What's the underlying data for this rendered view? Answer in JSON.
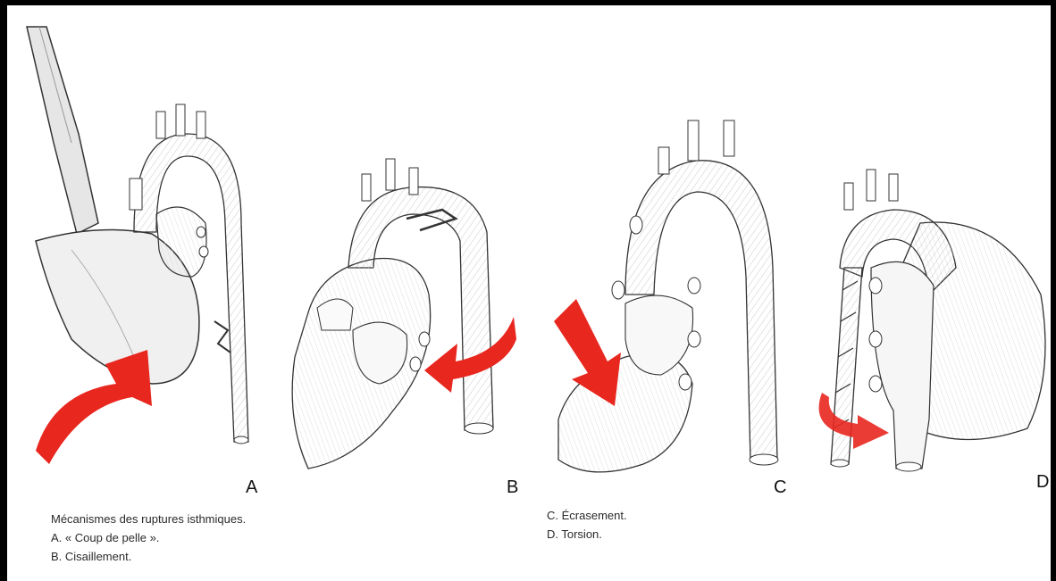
{
  "panels": [
    {
      "label": "A"
    },
    {
      "label": "B"
    },
    {
      "label": "C"
    },
    {
      "label": "D"
    }
  ],
  "captions": {
    "left": {
      "title": "Mécanismes des ruptures isthmiques.",
      "line_a": "A. « Coup de pelle ».",
      "line_b": "B. Cisaillement."
    },
    "right": {
      "line_c": "C. Écrasement.",
      "line_d": "D. Torsion."
    }
  },
  "colors": {
    "arrow": "#e8271f",
    "ink": "#222222",
    "tissue": "#f4f4f4",
    "frame": "#000000"
  },
  "icons": [
    "shovel-illustration",
    "heart-illustration",
    "force-arrow-icon",
    "rotation-arrow-icon"
  ]
}
